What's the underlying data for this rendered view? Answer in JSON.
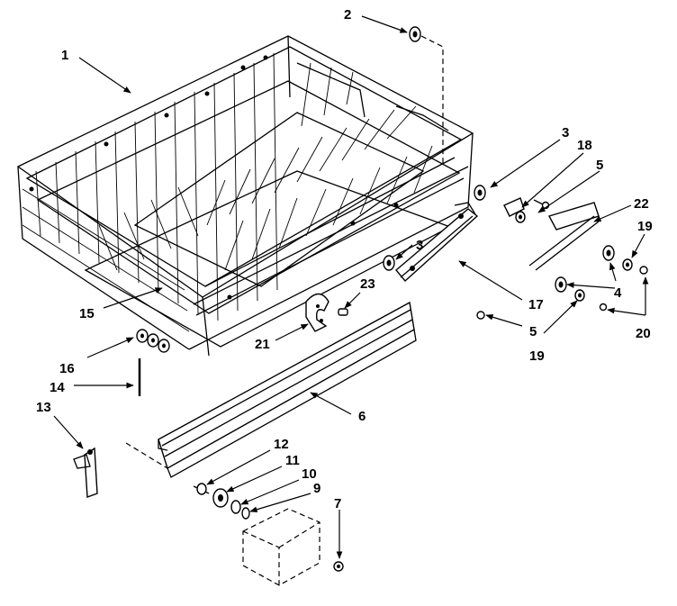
{
  "callouts": {
    "c1": "1",
    "c2": "2",
    "c3a": "3",
    "c3b": "3",
    "c4": "4",
    "c5a": "5",
    "c5b": "5",
    "c6": "6",
    "c7": "7",
    "c9": "9",
    "c10": "10",
    "c11": "11",
    "c12": "12",
    "c13": "13",
    "c14": "14",
    "c15": "15",
    "c16": "16",
    "c17": "17",
    "c18": "18",
    "c19a": "19",
    "c19b": "19",
    "c20": "20",
    "c21": "21",
    "c22": "22",
    "c23": "23"
  }
}
